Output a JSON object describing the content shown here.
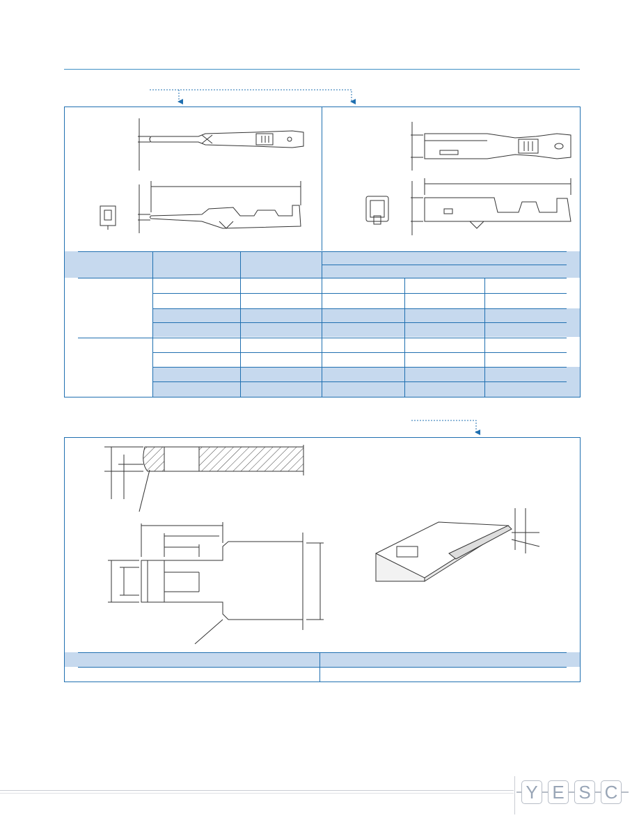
{
  "logo": {
    "letters": [
      "Y",
      "E",
      "S",
      "C"
    ]
  },
  "colors": {
    "accent": "#1f6fb0",
    "band": "#c6d9ee",
    "logo": "#98a5b6"
  }
}
